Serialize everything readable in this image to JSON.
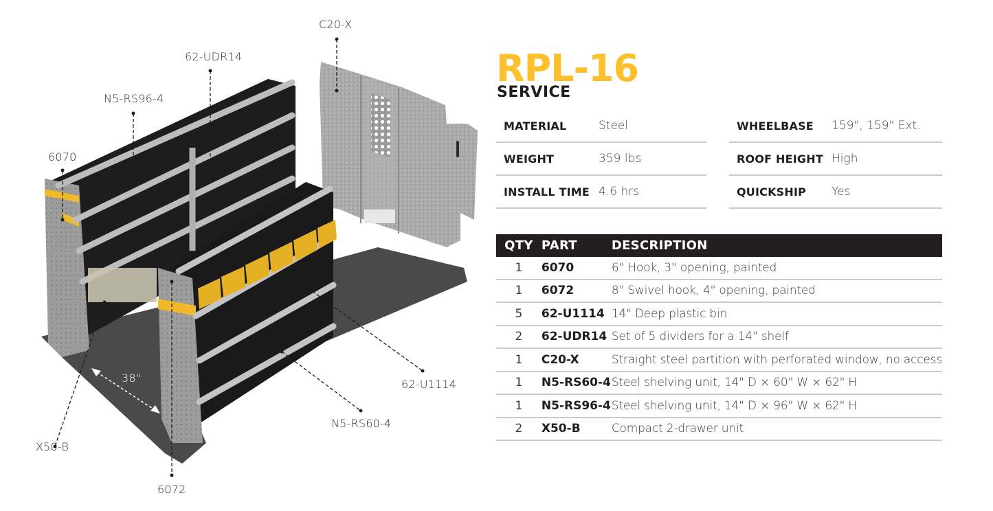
{
  "product": {
    "model": "RPL-16",
    "category": "SERVICE",
    "accent_color": "#fcc02d"
  },
  "specs_left": [
    {
      "label": "MATERIAL",
      "value": "Steel"
    },
    {
      "label": "WEIGHT",
      "value": "359 lbs"
    },
    {
      "label": "INSTALL TIME",
      "value": "4.6 hrs"
    }
  ],
  "specs_right": [
    {
      "label": "WHEELBASE",
      "value": "159\", 159\" Ext."
    },
    {
      "label": "ROOF HEIGHT",
      "value": "High"
    },
    {
      "label": "QUICKSHIP",
      "value": "Yes"
    }
  ],
  "parts_table": {
    "headers": {
      "qty": "QTY",
      "part": "PART",
      "description": "DESCRIPTION"
    },
    "rows": [
      {
        "qty": "1",
        "part": "6070",
        "description": "6\" Hook, 3\" opening, painted"
      },
      {
        "qty": "1",
        "part": "6072",
        "description": "8\" Swivel hook, 4\" opening, painted"
      },
      {
        "qty": "5",
        "part": "62-U1114",
        "description": "14\" Deep plastic bin"
      },
      {
        "qty": "2",
        "part": "62-UDR14",
        "description": "Set of 5 dividers for a 14\" shelf"
      },
      {
        "qty": "1",
        "part": "C20-X",
        "description": "Straight steel partition with perforated window, no access"
      },
      {
        "qty": "1",
        "part": "N5-RS60-4",
        "description": "Steel shelving unit, 14\" D × 60\" W × 62\" H"
      },
      {
        "qty": "1",
        "part": "N5-RS96-4",
        "description": "Steel shelving unit, 14\" D × 96\" W × 62\" H"
      },
      {
        "qty": "2",
        "part": "X50-B",
        "description": "Compact 2-drawer unit"
      }
    ]
  },
  "illustration": {
    "callouts": {
      "c20x": "C20-X",
      "udr14": "62-UDR14",
      "rs96": "N5-RS96-4",
      "hook6070": "6070",
      "u1114": "62-U1114",
      "rs60": "N5-RS60-4",
      "x50b": "X50-B",
      "hook6072": "6072",
      "dimension": "38\""
    }
  }
}
